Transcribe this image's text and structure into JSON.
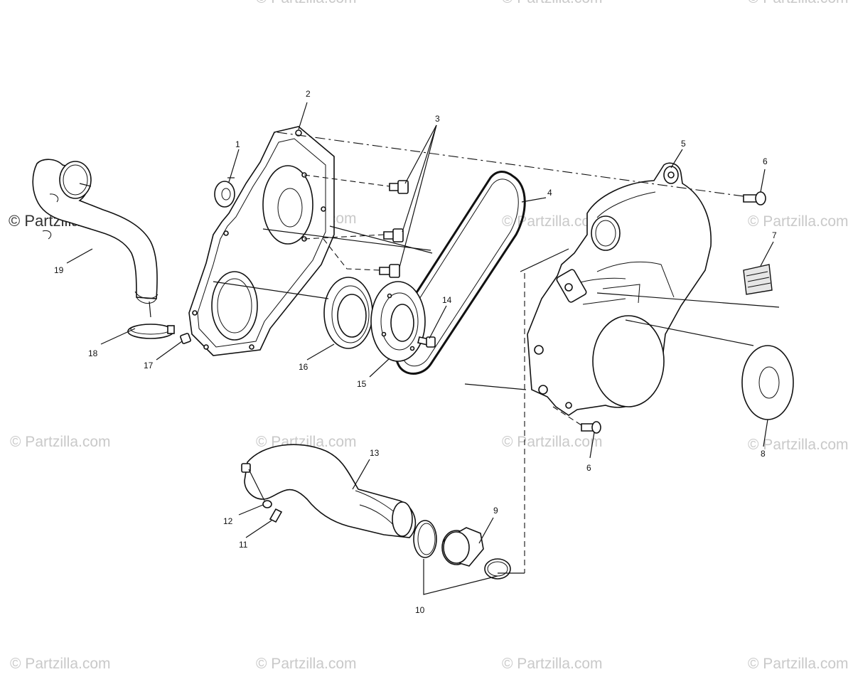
{
  "watermark": {
    "text": "© Partzilla.com"
  },
  "callouts": {
    "c1": "1",
    "c2": "2",
    "c3": "3",
    "c4": "4",
    "c5": "5",
    "c6a": "6",
    "c6b": "6",
    "c7": "7",
    "c8": "8",
    "c9": "9",
    "c10": "10",
    "c11": "11",
    "c12": "12",
    "c13": "13",
    "c14": "14",
    "c15": "15",
    "c16": "16",
    "c17": "17",
    "c18": "18",
    "c19": "19"
  },
  "colors": {
    "line": "#111111",
    "watermark": "#c9c9c9",
    "background": "#ffffff"
  }
}
